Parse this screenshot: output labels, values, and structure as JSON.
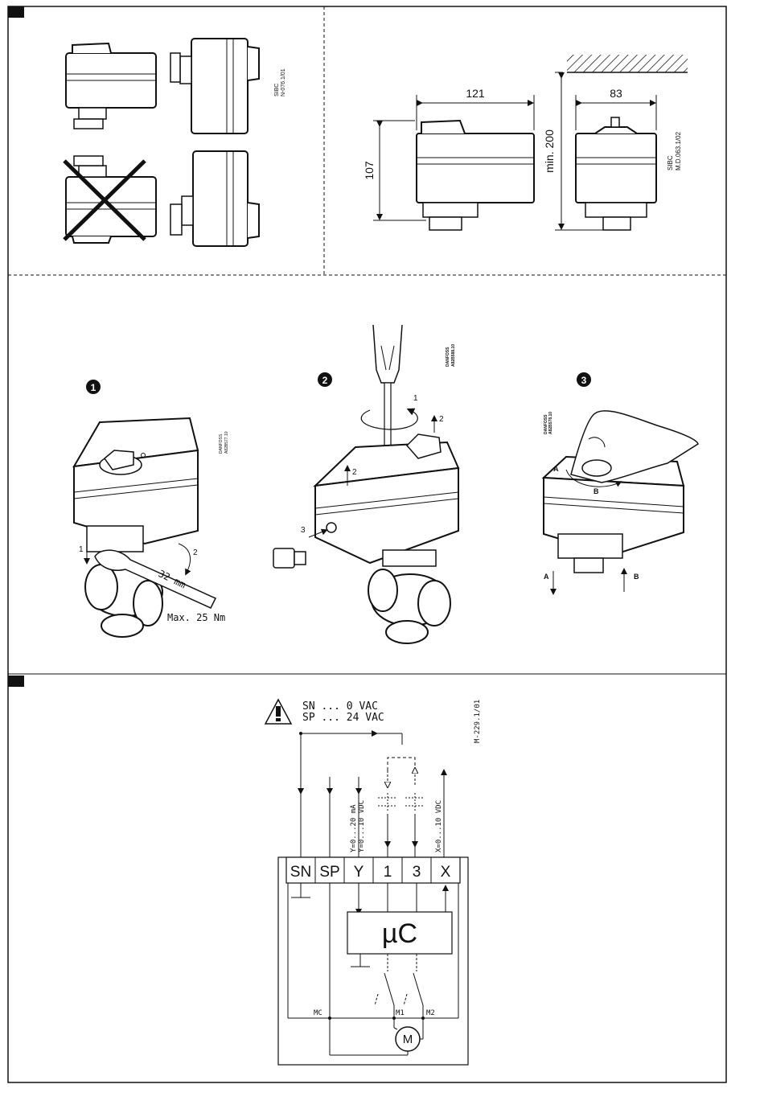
{
  "mounting": {
    "code": "SIBC\nN-076.1/01"
  },
  "dimensions": {
    "width_front": "121",
    "width_side": "83",
    "height": "107",
    "min_clearance": "min. 200",
    "code_line1": "SIBC",
    "code_line2": "M.D.063.1/02"
  },
  "steps": {
    "step1": {
      "badge": "1",
      "arrow1": "1",
      "arrow2": "2",
      "spanner": "32 mm",
      "torque": "Max. 25 Nm",
      "code_line1": "DANFOSS",
      "code_line2": "A82B577.10"
    },
    "step2": {
      "badge": "2",
      "arrow1": "1",
      "arrow2a": "2",
      "arrow2b": "2",
      "arrow3": "3",
      "code_line1": "DANFOSS",
      "code_line2": "A82B588.10"
    },
    "step3": {
      "badge": "3",
      "label_a_top": "A",
      "label_b_top": "B",
      "label_a_bottom": "A",
      "label_b_bottom": "B",
      "code_line1": "DANFOSS",
      "code_line2": "A82B578.10"
    }
  },
  "wiring": {
    "legend_line1": "SN ... 0 VAC",
    "legend_line2": "SP ... 24 VAC",
    "code": "M-229.1/01",
    "terminals": [
      "SN",
      "SP",
      "Y",
      "1",
      "3",
      "X"
    ],
    "y_signal_ma": "Y=0...20 mA",
    "y_signal_vdc": "Y=0...10 VDC",
    "x_signal": "X=0...10 VDC",
    "controller": "µC",
    "node_mc": "MC",
    "node_m1": "M1",
    "node_m2": "M2",
    "motor": "M"
  }
}
